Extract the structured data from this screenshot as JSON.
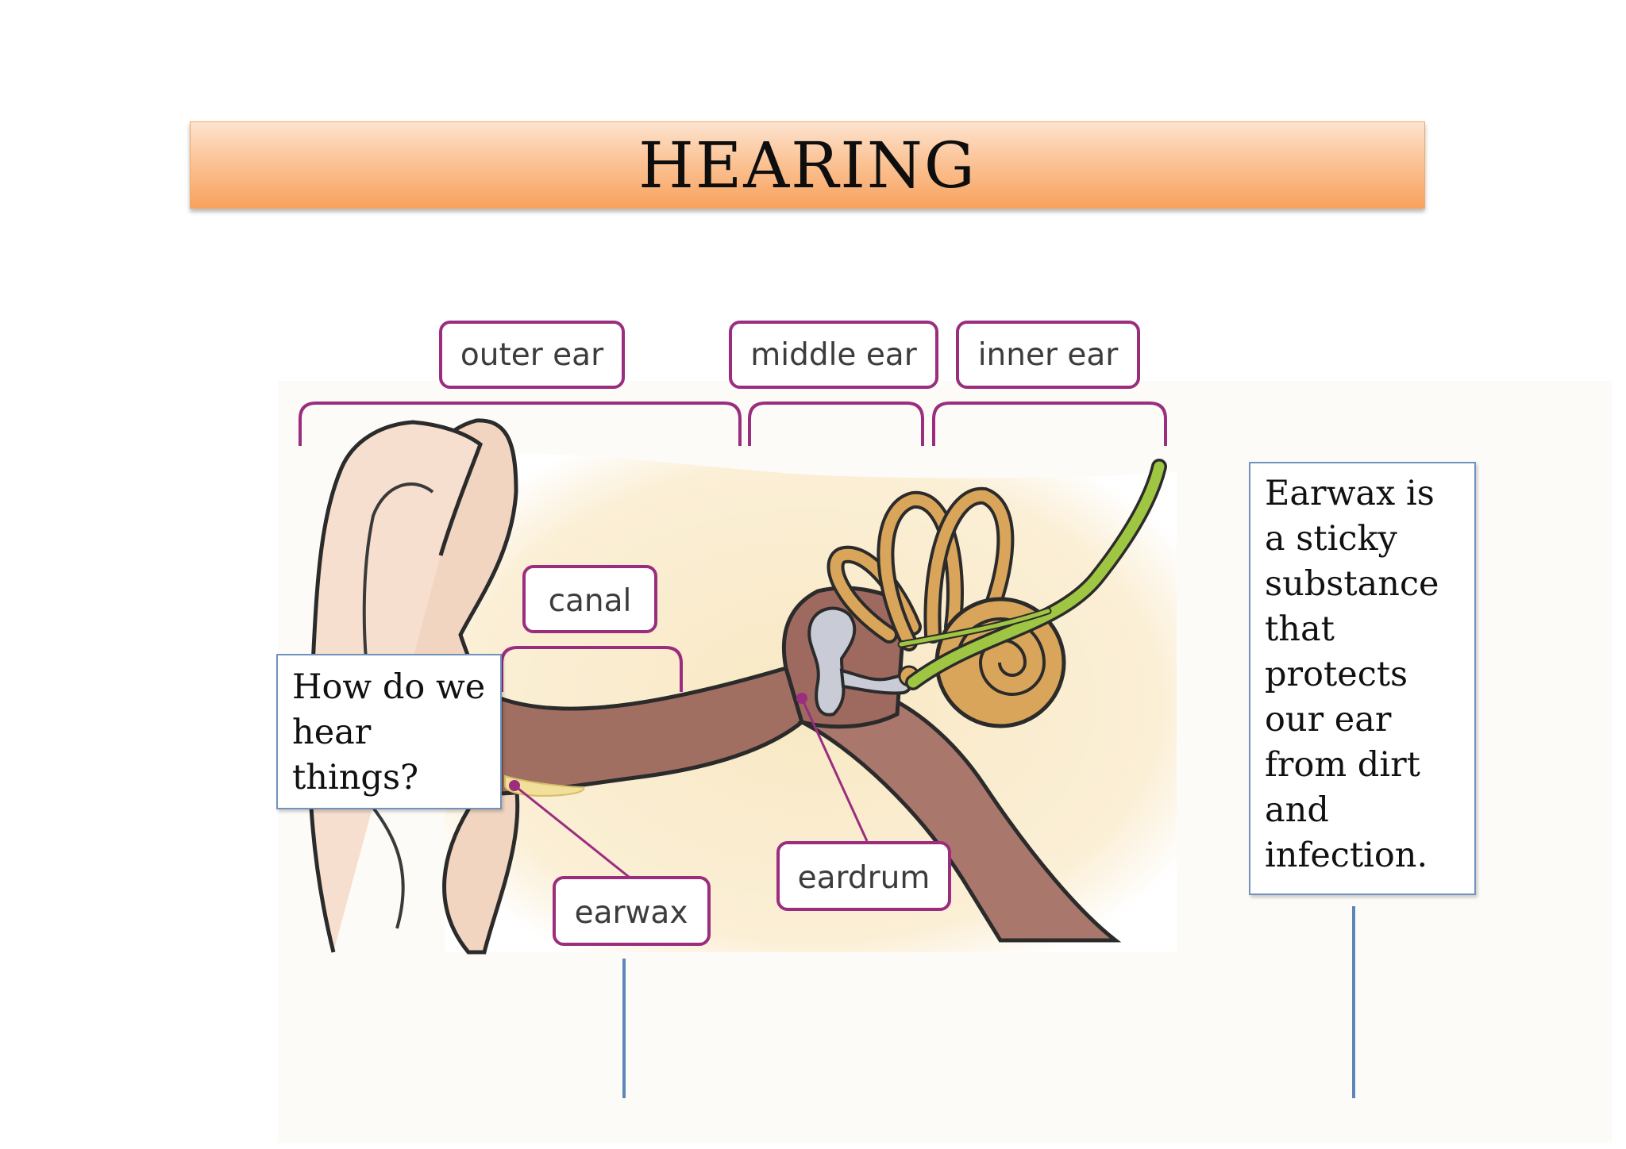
{
  "title": "HEARING",
  "diagram": {
    "region_labels": {
      "outer_ear": "outer ear",
      "middle_ear": "middle ear",
      "inner_ear": "inner ear"
    },
    "part_labels": {
      "canal": "canal",
      "earwax": "earwax",
      "eardrum": "eardrum"
    }
  },
  "question": "How do we hear things?",
  "info": "Earwax is a sticky substance that protects our ear from dirt and infection.",
  "colors": {
    "title_gradient_top": "#fde3cf",
    "title_gradient_bottom": "#f8a25e",
    "label_border": "#9b2d7e",
    "textbox_border": "#6f93bd",
    "connector_line": "#5d87bb"
  }
}
